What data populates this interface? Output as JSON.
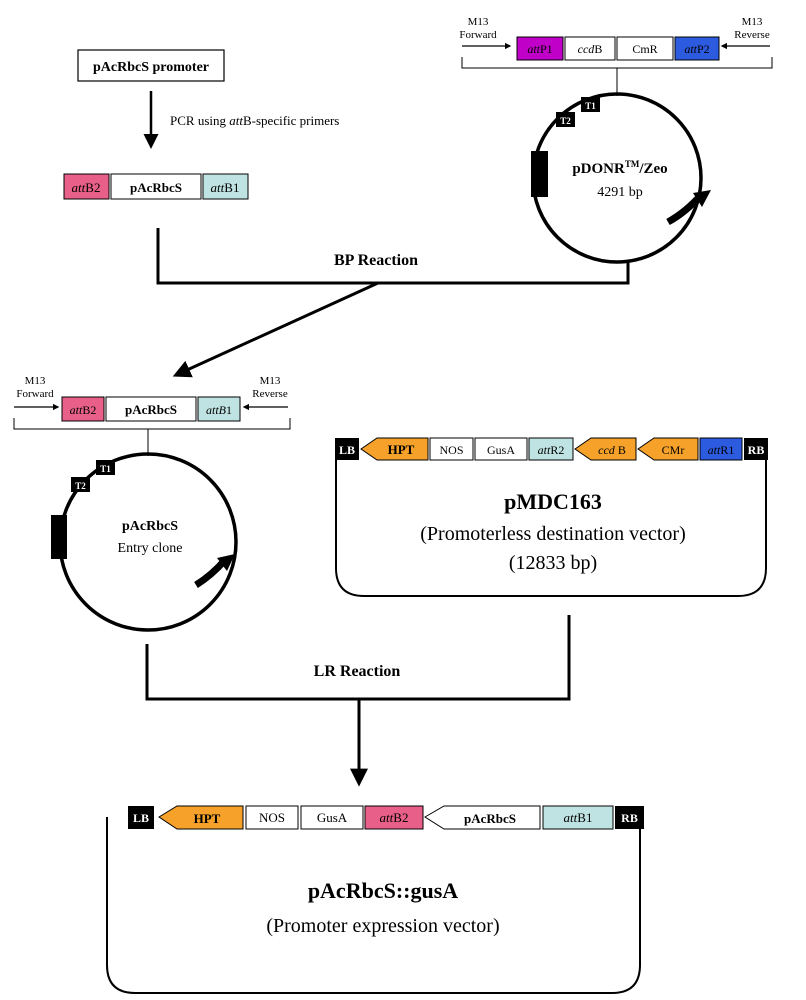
{
  "colors": {
    "att_b2": "#e8608a",
    "att_b1": "#bfe3e2",
    "att_p1": "#c000c8",
    "att_p2": "#2d5be0",
    "orange": "#f5a12a",
    "reaction_text": "#1f2f8c",
    "black": "#000000"
  },
  "promoter": {
    "box_label": "pAcRbcS promoter",
    "pcr_prefix": "PCR using ",
    "pcr_italic": "att",
    "pcr_suffix": "B-specific primers"
  },
  "pcr_product": {
    "left": {
      "italic": "att",
      "rest": "B2"
    },
    "middle": "pAcRbcS",
    "right": {
      "italic": "att",
      "rest": "B1"
    }
  },
  "donor": {
    "m13_forward": [
      "M13",
      "Forward"
    ],
    "m13_reverse": [
      "M13",
      "Reverse"
    ],
    "segments": [
      {
        "italic": "att",
        "rest": "P1"
      },
      {
        "italic": "ccd",
        "rest": "B"
      },
      {
        "italic": "",
        "rest": "CmR"
      },
      {
        "italic": "att",
        "rest": "P2"
      }
    ],
    "t1": "T1",
    "t2": "T2",
    "name_main": "pDONR",
    "name_sup": "TM",
    "name_tail": "/Zeo",
    "size": "4291 bp"
  },
  "bp_reaction": "BP Reaction",
  "entry": {
    "m13_forward": [
      "M13",
      "Forward"
    ],
    "m13_reverse": [
      "M13",
      "Reverse"
    ],
    "segments": [
      {
        "italic": "att",
        "rest": "B2"
      },
      {
        "italic": "",
        "rest": "pAcRbcS"
      },
      {
        "italic": "attB",
        "rest": "1"
      }
    ],
    "t1": "T1",
    "t2": "T2",
    "name": "pAcRbcS",
    "subtitle": "Entry clone"
  },
  "destination": {
    "lb": "LB",
    "rb": "RB",
    "hpt": "HPT",
    "nos": "NOS",
    "gusa": "GusA",
    "att_r2": {
      "italic": "att",
      "rest": "R2"
    },
    "ccdb": {
      "italic": "ccd",
      "rest": " B"
    },
    "cmr": "CMr",
    "att_r1": {
      "italic": "att",
      "rest": "R1"
    },
    "name": "pMDC163",
    "line2": "(Promoterless destination vector)",
    "line3": "(12833 bp)"
  },
  "lr_reaction": "LR Reaction",
  "expression": {
    "lb": "LB",
    "rb": "RB",
    "hpt": "HPT",
    "nos": "NOS",
    "gusa": "GusA",
    "att_b2": {
      "italic": "att",
      "rest": "B2"
    },
    "promoter": "pAcRbcS",
    "att_b1": {
      "italic": "att",
      "rest": "B1"
    },
    "name": "pAcRbcS::gusA",
    "line2": "(Promoter expression vector)"
  }
}
